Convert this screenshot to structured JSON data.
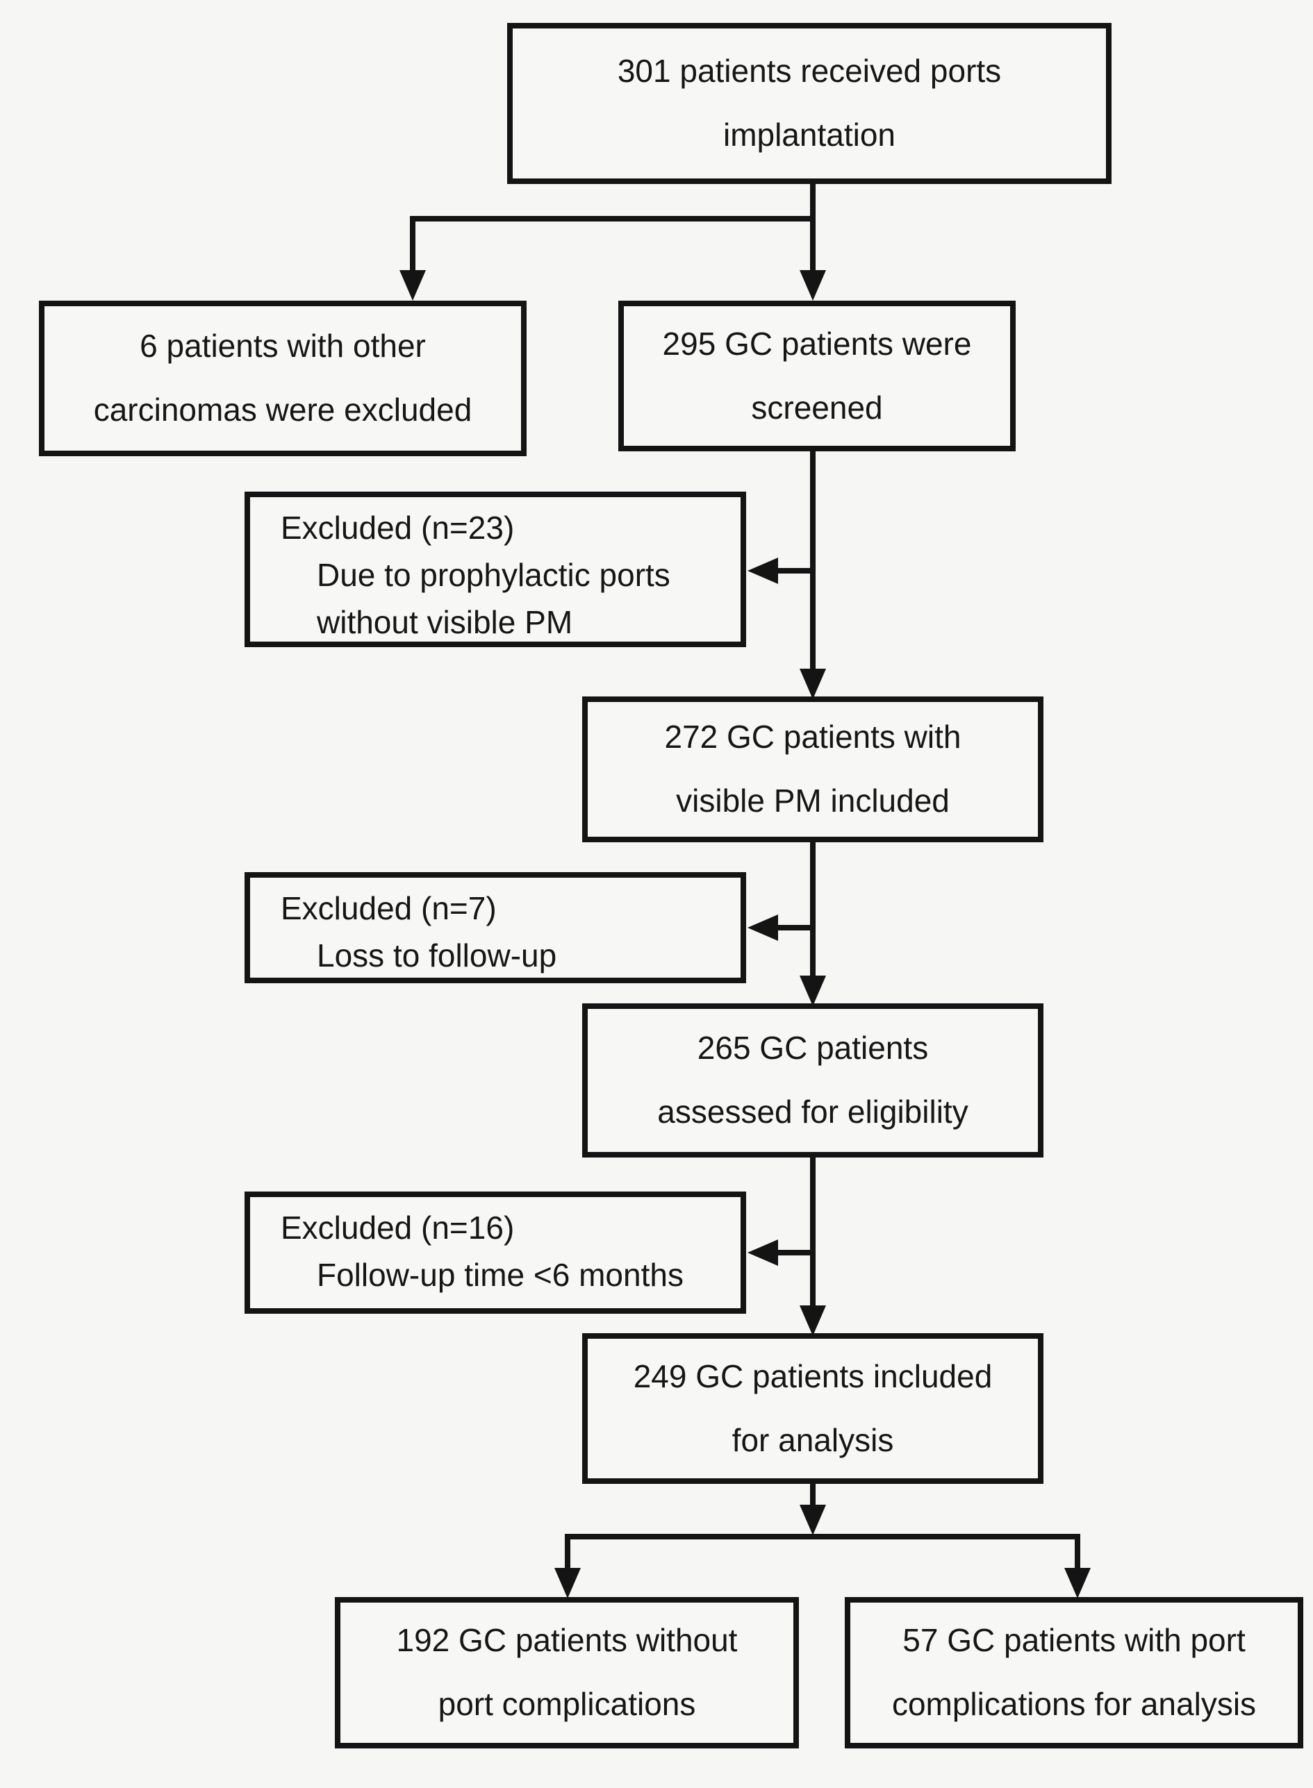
{
  "figure": {
    "kind": "patient-flow-diagram",
    "ink_color": "#141414",
    "background_color": "#f6f6f5",
    "nodes": {
      "received": {
        "lines": [
          "301 patients received ports",
          "implantation"
        ]
      },
      "excluded_other": {
        "lines": [
          "6 patients with other",
          "carcinomas were excluded"
        ]
      },
      "screened": {
        "lines": [
          "295 GC patients were",
          "screened"
        ]
      },
      "excluded_prophylactic": {
        "title": "Excluded (n=23)",
        "details": [
          "Due to prophylactic ports",
          "without visible PM"
        ]
      },
      "included_pm": {
        "lines": [
          "272 GC patients with",
          "visible PM included"
        ]
      },
      "excluded_lost_followup": {
        "title": "Excluded (n=7)",
        "details": [
          "Loss to follow-up"
        ]
      },
      "assessed": {
        "lines": [
          "265 GC patients",
          "assessed for eligibility"
        ]
      },
      "excluded_short_followup": {
        "title": "Excluded (n=16)",
        "details": [
          "Follow-up time <6 months"
        ]
      },
      "included_analysis": {
        "lines": [
          "249 GC patients included",
          "for analysis"
        ]
      },
      "without_complications": {
        "lines": [
          "192 GC patients without",
          "port complications"
        ]
      },
      "with_complications": {
        "lines": [
          "57 GC patients with port",
          "complications for analysis"
        ]
      }
    }
  }
}
